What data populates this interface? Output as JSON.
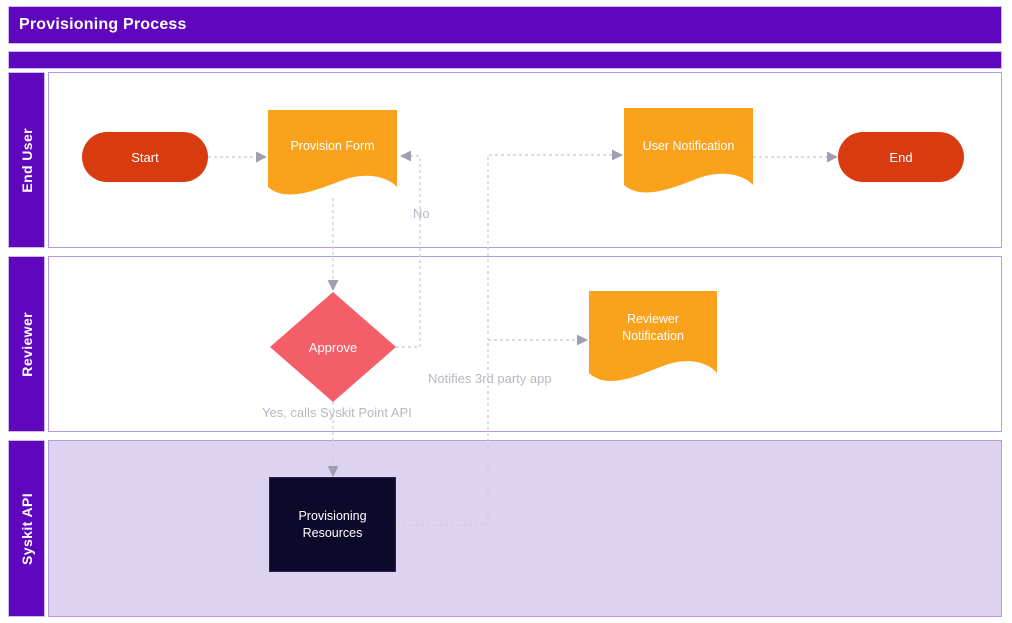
{
  "title": "Provisioning Process",
  "lanes": [
    {
      "label": "End User"
    },
    {
      "label": "Reviewer"
    },
    {
      "label": "Syskit API"
    }
  ],
  "nodes": {
    "start": {
      "label": "Start",
      "type": "terminator"
    },
    "provision_form": {
      "label": "Provision Form",
      "type": "document"
    },
    "user_notification": {
      "label": "User Notification",
      "type": "document"
    },
    "end": {
      "label": "End",
      "type": "terminator"
    },
    "approve": {
      "label": "Approve",
      "type": "decision"
    },
    "reviewer_notification": {
      "label": "Reviewer Notification",
      "type": "document"
    },
    "provisioning_resources": {
      "label": "Provisioning Resources",
      "type": "process"
    }
  },
  "edge_labels": {
    "no": "No",
    "yes": "Yes, calls Syskit Point API",
    "notifies": "Notifies 3rd party app"
  },
  "colors": {
    "purple": "#6106bf",
    "lane3_bg": "#ddd2f0",
    "orange": "#faa21b",
    "red": "#d93b10",
    "coral": "#f35e68",
    "navy": "#0d092b",
    "connector": "#d2cede",
    "arrow": "#a29eb2",
    "edge_label": "#b9b6c6",
    "lane_border": "#b49ade"
  }
}
